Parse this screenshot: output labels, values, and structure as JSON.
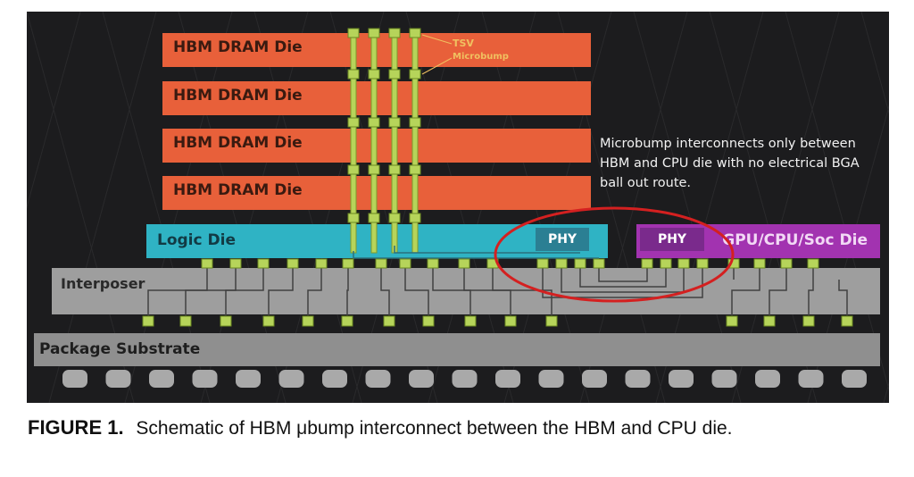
{
  "figure": {
    "dram_dies": [
      "HBM DRAM Die",
      "HBM DRAM Die",
      "HBM DRAM Die",
      "HBM DRAM Die"
    ],
    "tsv_label": "TSV",
    "microbump_label": "Microbump",
    "logic_die": "Logic Die",
    "phy_logic": "PHY",
    "phy_gpu": "PHY",
    "gpu_die": "GPU/CPU/Soc Die",
    "interposer": "Interposer",
    "substrate": "Package Substrate",
    "annotation": "Microbump interconnects only between HBM and CPU die with no electrical BGA ball out route.",
    "colors": {
      "dram": "#e8603a",
      "logic": "#2fb3c4",
      "gpu": "#a233b0",
      "bump": "#b6d45a",
      "highlight": "#d42020"
    }
  },
  "caption": {
    "number": "FIGURE 1.",
    "text": "Schematic of HBM μbump interconnect between the HBM and CPU die."
  }
}
